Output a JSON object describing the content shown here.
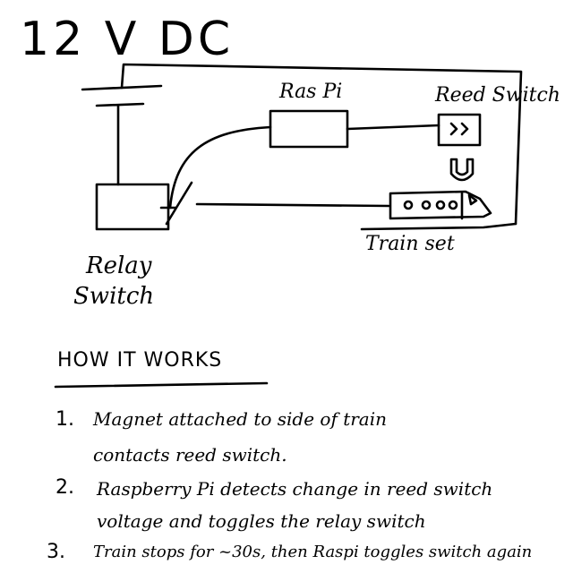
{
  "diagram": {
    "supply_label": "12 V DC",
    "components": {
      "raspi": "Ras Pi",
      "reed_switch": "Reed Switch",
      "relay_line1": "Relay",
      "relay_line2": "Switch",
      "train_set": "Train set"
    }
  },
  "how_it_works": {
    "title": "HOW IT WORKS",
    "steps": [
      {
        "num": "1.",
        "line1": "Magnet attached to side of train",
        "line2": "contacts reed switch."
      },
      {
        "num": "2.",
        "line1": "Raspberry Pi detects change in reed switch",
        "line2": "voltage and toggles the relay switch"
      },
      {
        "num": "3.",
        "line1": "Train stops for ~30s, then Raspi toggles switch again"
      }
    ]
  },
  "colors": {
    "ink": "#000000",
    "paper": "#ffffff"
  }
}
